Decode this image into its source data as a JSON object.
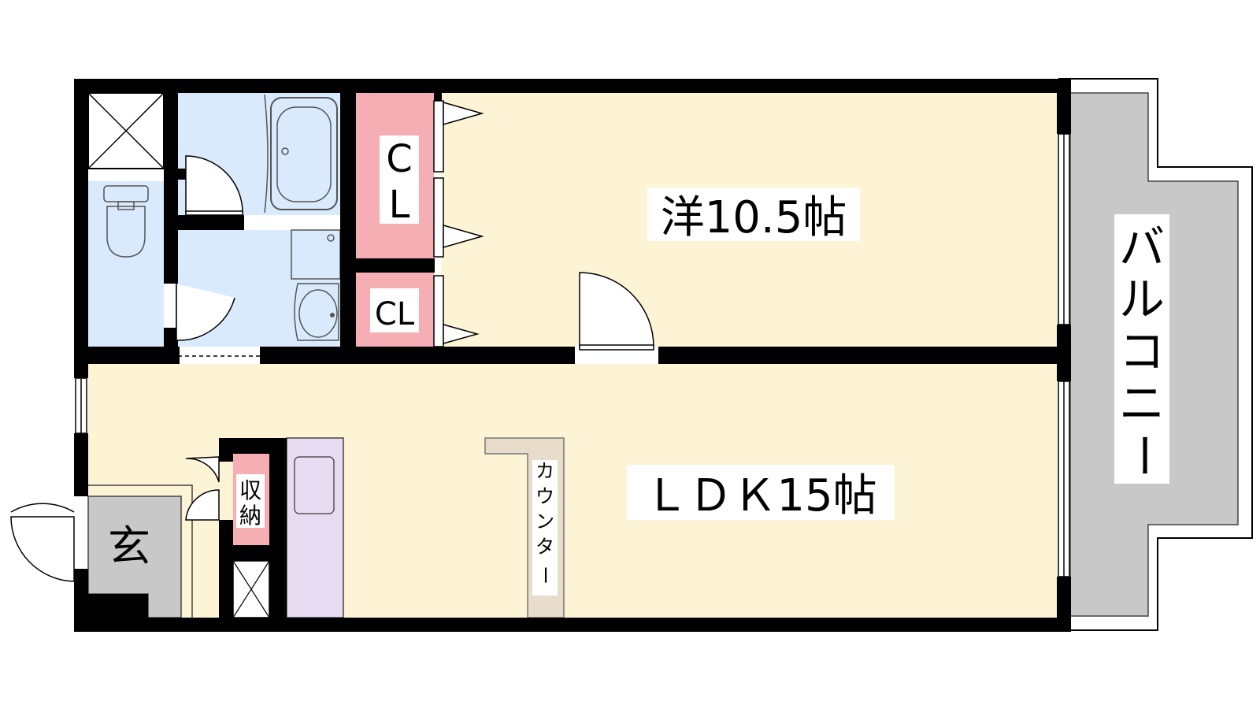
{
  "rooms": {
    "western": "洋10.5帖",
    "ldk": "ＬＤＫ15帖",
    "closet_large_line1": "C",
    "closet_large_line2": "L",
    "closet_small": "CL",
    "storage_line1": "収",
    "storage_line2": "納",
    "entrance": "玄",
    "counter": [
      "カ",
      "ウ",
      "ン",
      "タ",
      "ー"
    ],
    "balcony": [
      "バ",
      "ル",
      "コ",
      "ニ",
      "ー"
    ]
  },
  "colors": {
    "wall": "#000000",
    "room_floor": "#fdf3d5",
    "wet_area": "#d8eafb",
    "closet": "#f5aeb3",
    "balcony": "#c8c8c8",
    "entrance": "#c8c8c8",
    "kitchen": "#e8dcf3",
    "counter": "#e8dccb"
  }
}
